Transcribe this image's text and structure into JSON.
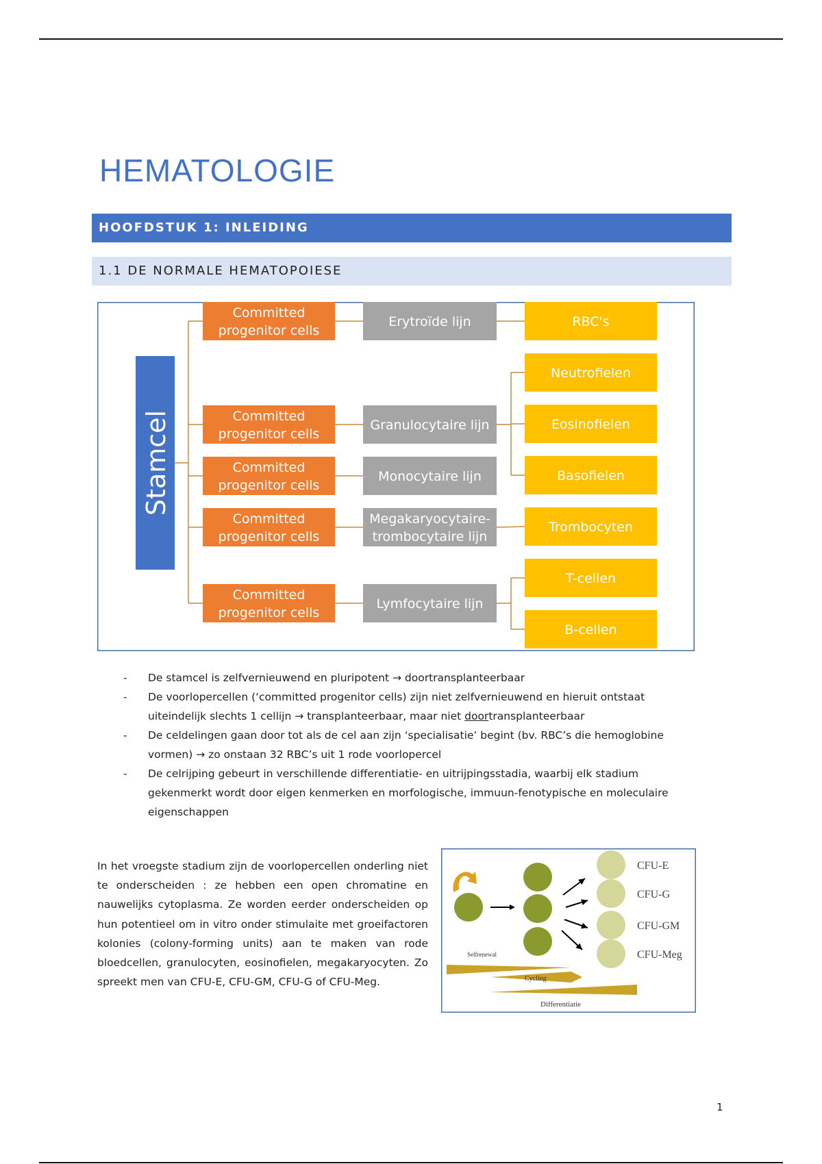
{
  "doc_title": "HEMATOLOGIE",
  "chapter_heading": "HOOFDSTUK 1: INLEIDING",
  "section_heading": "1.1 DE NORMALE HEMATOPOIESE",
  "hierarchy": {
    "root": "Stamcel",
    "progenitor_label_line1": "Committed",
    "progenitor_label_line2": "progenitor cells",
    "lineages": [
      {
        "line1": "Erytroïde lijn",
        "line2": "",
        "cells": [
          "RBC's"
        ]
      },
      {
        "line1": "Granulocytaire lijn",
        "line2": "",
        "cells": [
          "Neutrofielen",
          "Eosinofielen",
          "Basofielen"
        ]
      },
      {
        "line1": "Monocytaire lijn",
        "line2": "",
        "cells": []
      },
      {
        "line1": "Megakaryocytaire-",
        "line2": "trombocytaire lijn",
        "cells": [
          "Trombocyten"
        ]
      },
      {
        "line1": "Lymfocytaire lijn",
        "line2": "",
        "cells": [
          "T-cellen",
          "B-cellen"
        ]
      }
    ],
    "colors": {
      "root": "#4472c4",
      "progenitor": "#ed7d31",
      "lineage": "#a5a5a5",
      "cell": "#ffc000",
      "connector": "#c98a3a",
      "border": "#4a6fa5"
    }
  },
  "bullets": [
    {
      "dash": "-",
      "a": "De stamcel is zelfvernieuwend en pluripotent → doortransplanteerbaar"
    },
    {
      "dash": "-",
      "a": "De voorlopercellen (‘committed progenitor cells) zijn niet zelfvernieuwend en hieruit ontstaat uiteindelijk slechts 1 cellijn → transplanteerbaar, maar niet ",
      "u": "door",
      "b": "transplanteerbaar"
    },
    {
      "dash": "-",
      "a": "De celdelingen gaan door tot als de cel aan zijn ‘specialisatie’ begint (bv. RBC’s die hemoglobine vormen) → zo onstaan 32 RBC’s uit 1 rode voorlopercel"
    },
    {
      "dash": "-",
      "a": "De celrijping gebeurt in verschillende differentiatie- en uitrijpingsstadia, waarbij elk stadium gekenmerkt wordt door eigen kenmerken en morfologische, immuun-fenotypische en moleculaire eigenschappen"
    }
  ],
  "paragraph": "In het vroegste stadium zijn de voorlopercellen onderling niet te onderscheiden : ze hebben een open chromatine en nauwelijks cytoplasma. Ze worden eerder onderscheiden op hun potentieel om in vitro onder stimulaite met groeifactoren kolonies (colony-forming units) aan te maken van rode bloedcellen, granulocyten, eosinofielen, megakaryocyten. Zo spreekt men van CFU-E, CFU-GM, CFU-G of CFU-Meg.",
  "cfu_figure": {
    "labels": [
      "CFU-E",
      "CFU-G",
      "CFU-GM",
      "CFU-Meg"
    ],
    "selfrenewal": "Selfrenewal",
    "cycling": "Cycling",
    "differentiation": "Differentiatie",
    "colors": {
      "dark_cell": "#8a9a2e",
      "light_cell": "#d4d69a",
      "wedge": "#c9a227",
      "arrow": "#e0a020"
    }
  },
  "page_number": "1"
}
